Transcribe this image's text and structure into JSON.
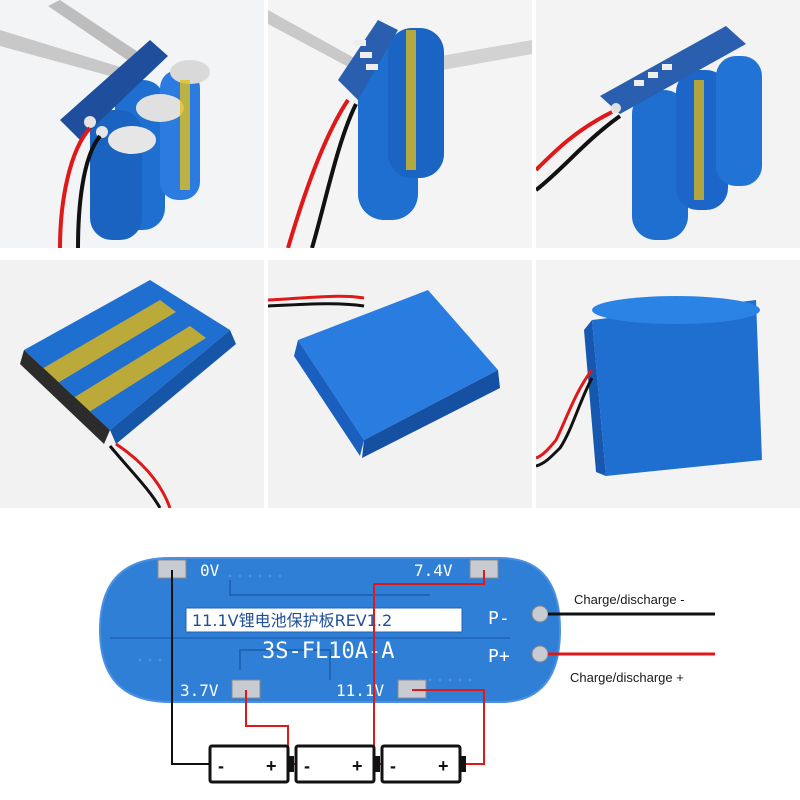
{
  "photos": [
    {
      "name": "photo-board-soldering"
    },
    {
      "name": "photo-board-top-view"
    },
    {
      "name": "photo-board-mounted"
    },
    {
      "name": "photo-cells-taped"
    },
    {
      "name": "photo-pack-wrapped"
    },
    {
      "name": "photo-pack-side"
    }
  ],
  "board": {
    "pad_0v": "0V",
    "pad_7v4": "7.4V",
    "pad_3v7": "3.7V",
    "pad_11v1": "11.1V",
    "title_label": "11.1V锂电池保护板REV1.2",
    "model_label": "3S-FL10A-A",
    "p_minus": "P-",
    "p_plus": "P+"
  },
  "wires": {
    "discharge_minus": "Charge/discharge -",
    "discharge_plus": "Charge/discharge +"
  },
  "cells": [
    {
      "neg": "-",
      "pos": "+"
    },
    {
      "neg": "-",
      "pos": "+"
    },
    {
      "neg": "-",
      "pos": "+"
    }
  ],
  "colors": {
    "board_blue": "#2f7fd6",
    "cell_blue": "#1f6fd1",
    "wire_red": "#e01818",
    "wire_black": "#111111"
  }
}
